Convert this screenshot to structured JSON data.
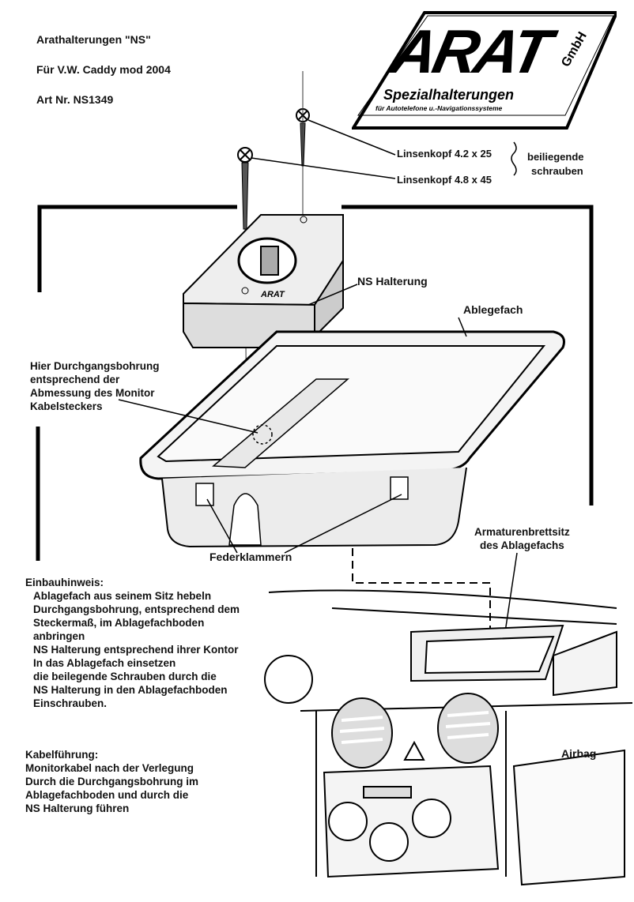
{
  "header": {
    "title": "Arathalterungen \"NS\"",
    "model": "Für V.W. Caddy mod 2004",
    "art_nr": "Art Nr. NS1349"
  },
  "logo": {
    "brand": "ARAT",
    "suffix": "GmbH",
    "tagline": "Spezialhalterungen",
    "subline": "für Autotelefone u.-Navigationssysteme"
  },
  "labels": {
    "screw_small": "Linsenkopf 4.2 x 25",
    "screw_large": "Linsenkopf 4.8 x 45",
    "screws_note_line1": "beiliegende",
    "screws_note_line2": "schrauben",
    "holder": "NS Halterung",
    "tray": "Ablegefach",
    "hole_note": [
      "Hier Durchgangsbohrung",
      "entsprechend der",
      "Abmessung des Monitor",
      "Kabelsteckers"
    ],
    "clips": "Federklammern",
    "dash_seat": [
      "Armaturenbrettsitz",
      "des Ablagefachs"
    ],
    "airbag": "Airbag",
    "holder_brand": "ARAT"
  },
  "install": {
    "heading": "Einbauhinweis:",
    "lines": [
      "Ablagefach aus seinem Sitz hebeln",
      "Durchgangsbohrung, entsprechend dem",
      "Steckermaß, im Ablagefachboden",
      "anbringen",
      "NS Halterung entsprechend ihrer Kontor",
      "In das Ablagefach einsetzen",
      "die beilegende Schrauben durch die",
      "NS Halterung in den Ablagefachboden",
      "Einschrauben."
    ]
  },
  "cable": {
    "heading": "Kabelführung:",
    "lines": [
      "Monitorkabel nach der Verlegung",
      "Durch die Durchgangsbohrung im",
      "Ablagefachboden und durch die",
      "NS Halterung führen"
    ]
  }
}
